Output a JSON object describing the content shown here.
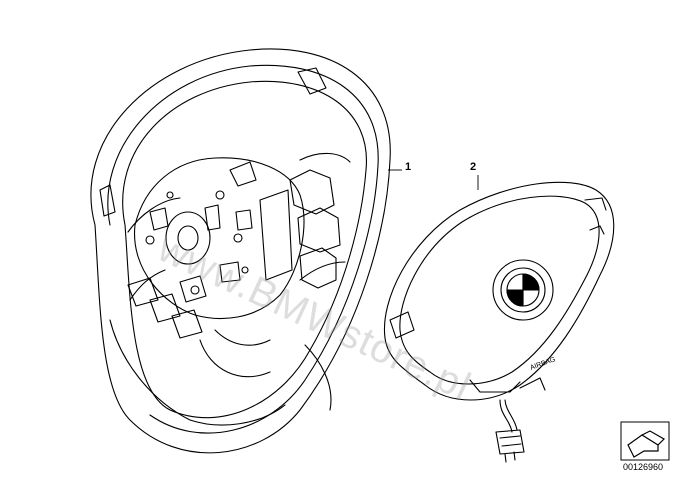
{
  "diagram": {
    "callouts": [
      {
        "number": "1",
        "part": "steering-wheel"
      },
      {
        "number": "2",
        "part": "airbag-module"
      }
    ],
    "watermark": "www.BMWstore.pl",
    "diagram_id": "00126960",
    "airbag_label": "AIRBAG"
  }
}
